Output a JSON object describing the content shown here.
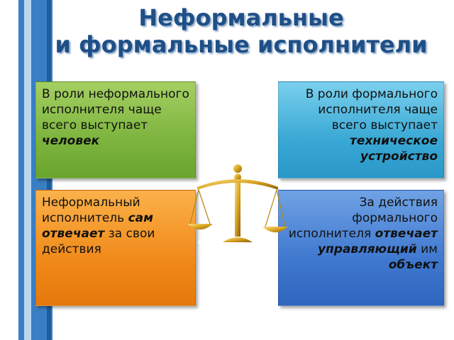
{
  "title": {
    "line1": "Неформальные",
    "line2": "и формальные исполнители"
  },
  "cards": {
    "informal_role": {
      "text": "В роли неформального исполнителя чаще всего выступает",
      "bold": "человек"
    },
    "formal_role": {
      "text": "В роли формального исполнителя чаще всего выступает",
      "bold": "техническое устройство"
    },
    "informal_responsibility": {
      "text_before": "Неформальный исполнитель",
      "bold": "сам отвечает",
      "text_after": "за свои действия"
    },
    "formal_responsibility": {
      "text_before": "За действия формального исполнителя",
      "bold1": "отвечает управляющий",
      "text_mid": "им",
      "bold2": "объект"
    }
  },
  "icons": {
    "center": "scales-icon"
  },
  "colors": {
    "title": "#1f4f86",
    "green": "#7cb43e",
    "teal": "#3aa8d5",
    "orange": "#f08a1a",
    "blue": "#3f78cf",
    "stripe": "#3a7fc4",
    "gold": "#d9a521"
  }
}
